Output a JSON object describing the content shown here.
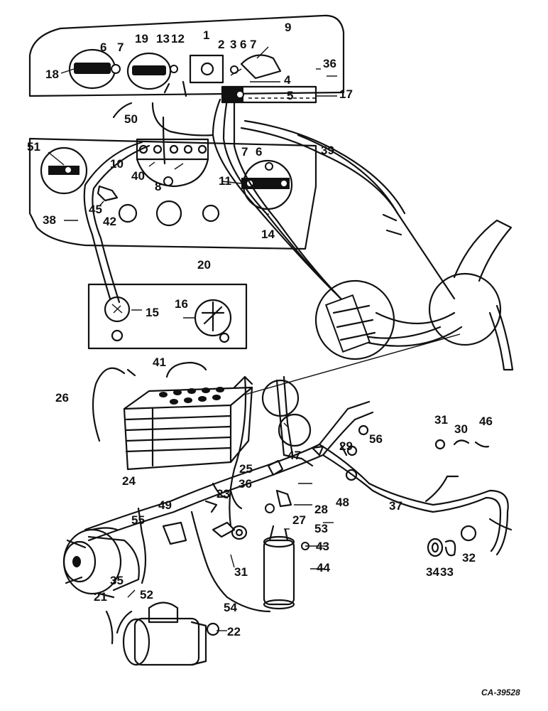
{
  "figure_code": "CA-39528",
  "callouts": [
    "1",
    "2",
    "3",
    "4",
    "5",
    "6",
    "7",
    "9",
    "12",
    "13",
    "17",
    "18",
    "19",
    "36",
    "50",
    "6",
    "7",
    "51",
    "10",
    "11",
    "14",
    "20",
    "38",
    "39",
    "40",
    "42",
    "45",
    "8",
    "7",
    "6",
    "15",
    "16",
    "41",
    "26",
    "24",
    "25",
    "23",
    "36",
    "47",
    "29",
    "56",
    "31",
    "30",
    "46",
    "48",
    "37",
    "28",
    "53",
    "27",
    "43",
    "44",
    "49",
    "55",
    "52",
    "35",
    "21",
    "54",
    "31",
    "22",
    "34",
    "33",
    "32"
  ]
}
